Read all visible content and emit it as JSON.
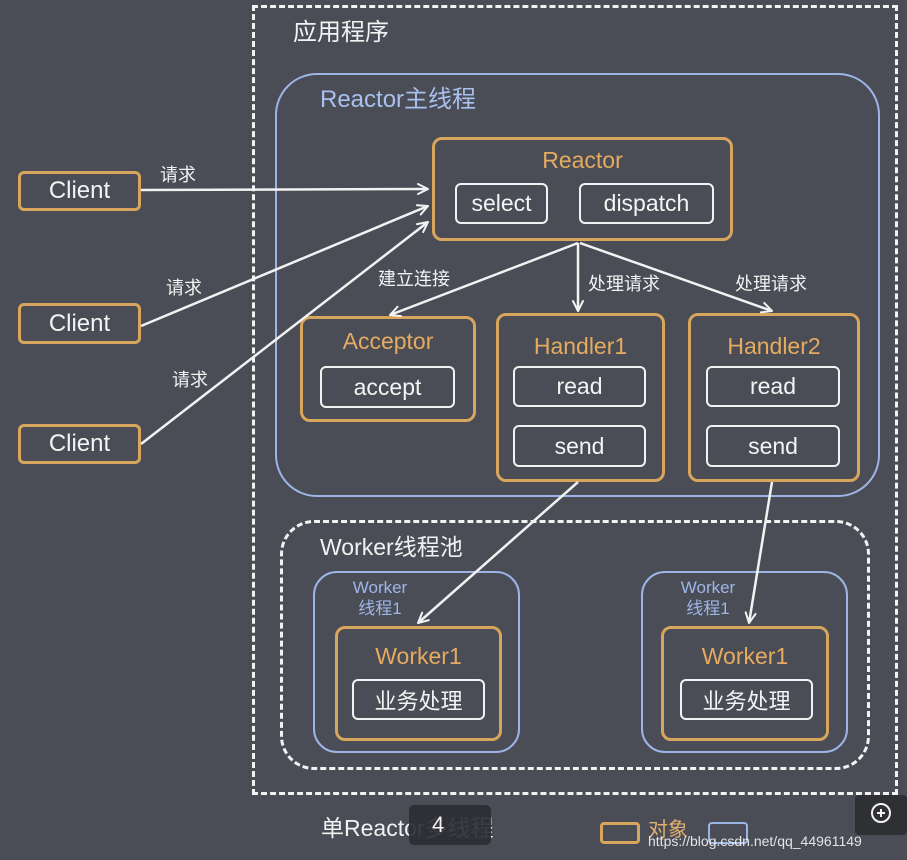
{
  "app": {
    "label": "应用程序"
  },
  "reactor_thread": {
    "label": "Reactor主线程"
  },
  "reactor": {
    "label": "Reactor",
    "select": "select",
    "dispatch": "dispatch"
  },
  "clients": [
    {
      "label": "Client"
    },
    {
      "label": "Client"
    },
    {
      "label": "Client"
    }
  ],
  "requests": [
    "请求",
    "请求",
    "请求"
  ],
  "edges": {
    "connect": "建立连接",
    "handle1": "处理请求",
    "handle2": "处理请求"
  },
  "acceptor": {
    "label": "Acceptor",
    "accept": "accept"
  },
  "handlers": [
    {
      "label": "Handler1",
      "read": "read",
      "send": "send"
    },
    {
      "label": "Handler2",
      "read": "read",
      "send": "send"
    }
  ],
  "worker_pool": {
    "label": "Worker线程池"
  },
  "worker_threads": [
    {
      "label_line1": "Worker",
      "label_line2": "线程1",
      "worker": "Worker1",
      "task": "业务处理"
    },
    {
      "label_line1": "Worker",
      "label_line2": "线程1",
      "worker": "Worker1",
      "task": "业务处理"
    }
  ],
  "caption": "单Reactor多线程",
  "overlay_badge": "4",
  "legend": {
    "object_label": "对象"
  },
  "watermark": "https://blog.csdn.net/qq_44961149",
  "icons": {
    "zoom": "zoom-in-icon"
  },
  "colors": {
    "background": "#4a4d56",
    "object_border": "#d8a55c",
    "thread_border": "#9db5e6",
    "line": "#f2f2f2"
  }
}
